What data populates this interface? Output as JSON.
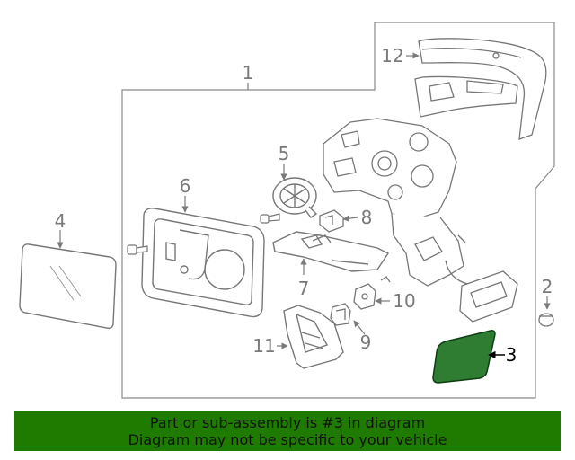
{
  "diagram": {
    "callouts": {
      "c1": "1",
      "c2": "2",
      "c3": "3",
      "c4": "4",
      "c5": "5",
      "c6": "6",
      "c7": "7",
      "c8": "8",
      "c9": "9",
      "c10": "10",
      "c11": "11",
      "c12": "12"
    },
    "highlighted_part": "3"
  },
  "banner": {
    "line1": "Part or sub-assembly is #3 in diagram",
    "line2": "Diagram may not be specific to your vehicle"
  },
  "colors": {
    "highlight": "#2f7d32",
    "banner_bg": "#1f7a00",
    "banner_text": "#111111",
    "line_art": "#8a8a8a"
  }
}
